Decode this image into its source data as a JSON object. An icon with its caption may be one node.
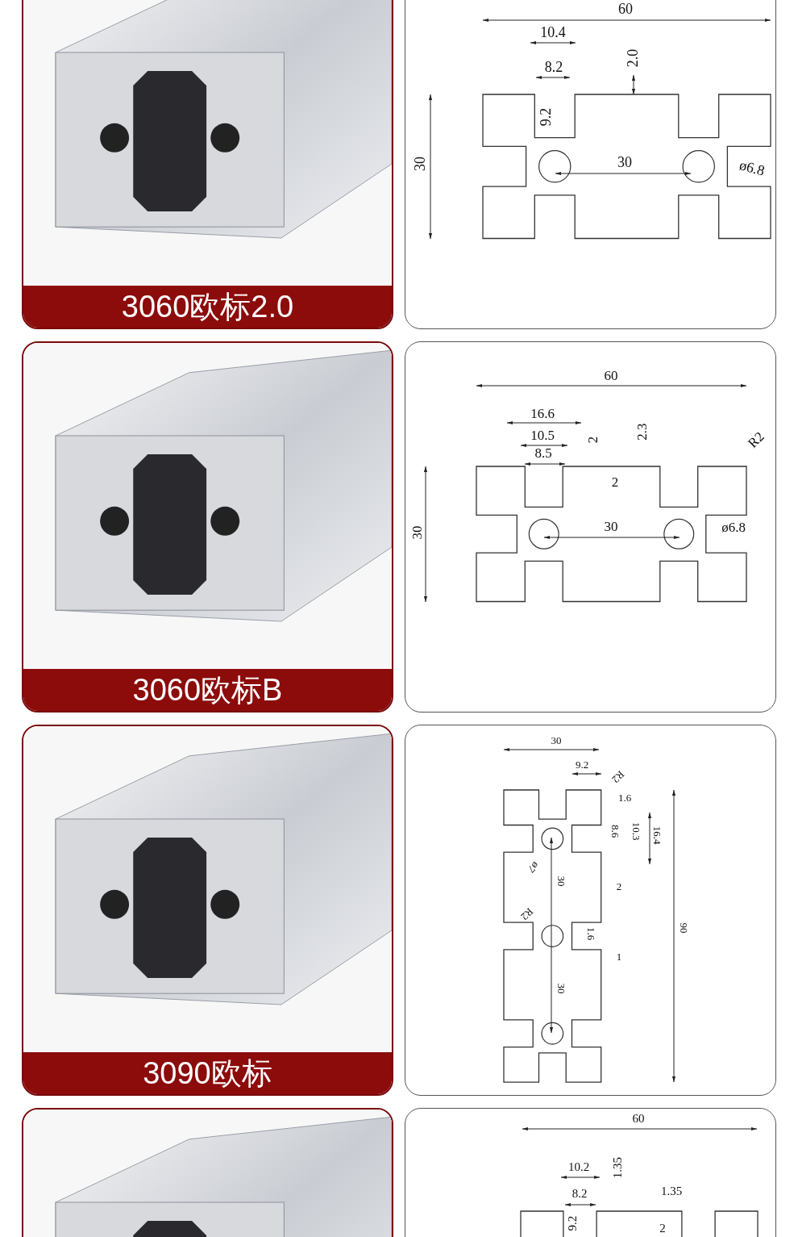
{
  "diagram": {
    "nodes": [
      {
        "text": [
          "3060欧标2.0"
        ]
      },
      {
        "text": [],
        "shape": "box"
      },
      {
        "text": [
          "3060欧标B"
        ]
      },
      {
        "text": [],
        "shape": "box"
      },
      {
        "text": [
          "3090欧标"
        ]
      },
      {
        "text": [],
        "shape": "box"
      },
      {
        "text": [],
        "shape": "picture"
      },
      {
        "text": [],
        "shape": "box"
      }
    ],
    "labels": [
      "60",
      "10.4",
      "8.2",
      "2.0",
      "9.2",
      "30",
      "30",
      "ø6.8",
      "60",
      "16.6",
      "10.5",
      "2",
      "2.3",
      "8.5",
      "R2",
      "2",
      "30",
      "30",
      "ø6.8",
      "30",
      "9.2",
      "R2",
      "1.6",
      "8.6",
      "10.3",
      "16.4",
      "ø7",
      "30",
      "2",
      "R2",
      "1.6",
      "1",
      "90",
      "30",
      "60",
      "10.2",
      "1.35",
      "8.2",
      "1.35",
      "9.2",
      "2"
    ]
  }
}
